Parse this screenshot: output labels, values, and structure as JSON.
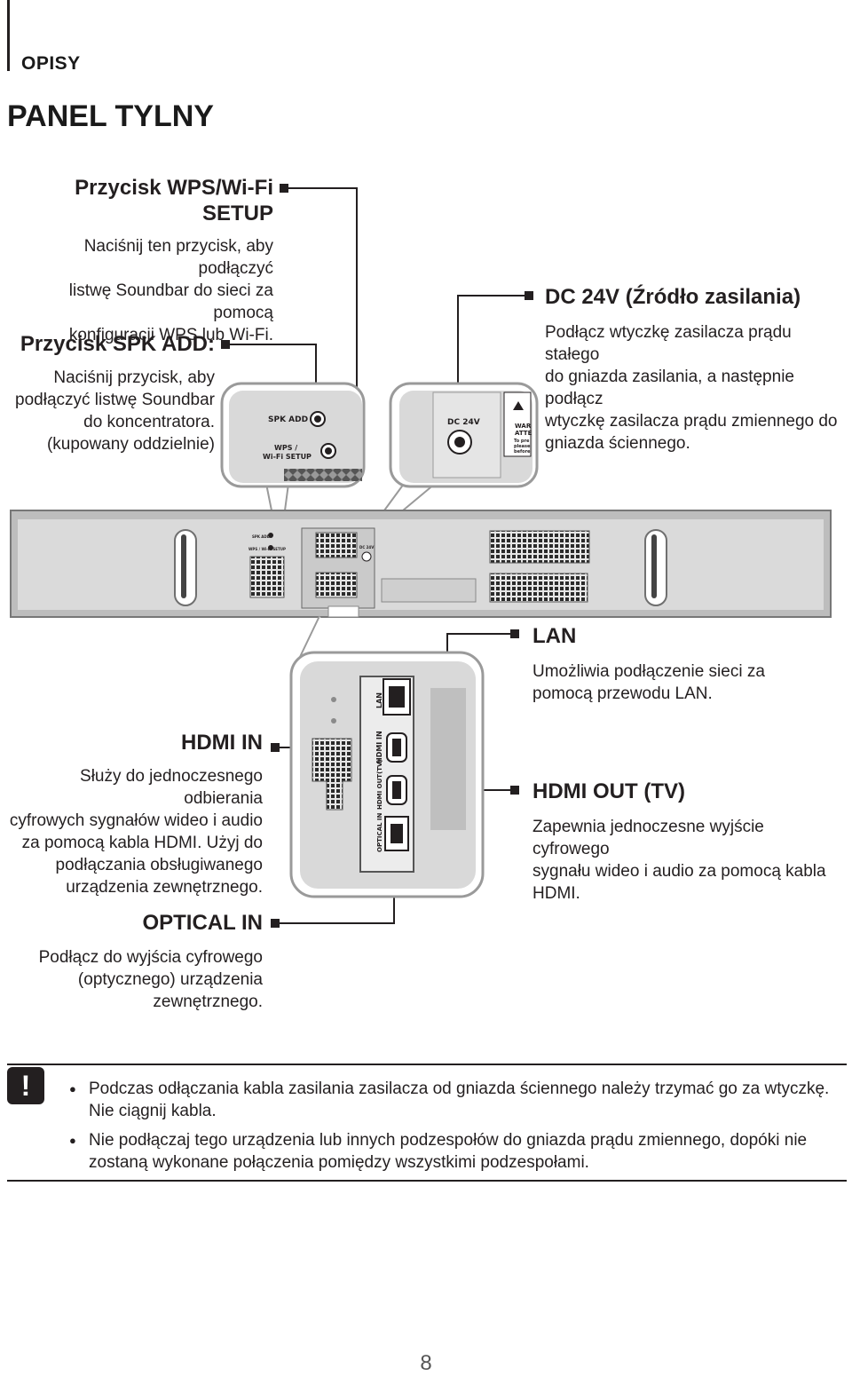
{
  "header": {
    "section_label": "OPISY",
    "page_title": "PANEL TYLNY"
  },
  "callouts": {
    "wps": {
      "title_line1": "Przycisk WPS/Wi-Fi",
      "title_line2": "SETUP",
      "desc": [
        "Naciśnij ten przycisk, aby podłączyć",
        "listwę Soundbar do sieci za pomocą",
        "konfiguracji WPS lub Wi-Fi."
      ]
    },
    "spk_add": {
      "title": "Przycisk SPK ADD:",
      "desc": [
        "Naciśnij przycisk, aby",
        "podłączyć listwę Soundbar",
        "do koncentratora.",
        "(kupowany oddzielnie)"
      ]
    },
    "dc": {
      "title": "DC 24V (Źródło zasilania)",
      "desc": [
        "Podłącz wtyczkę zasilacza prądu stałego",
        "do gniazda zasilania, a następnie podłącz",
        "wtyczkę zasilacza prądu zmiennego do",
        "gniazda ściennego."
      ]
    },
    "lan": {
      "title": "LAN",
      "desc": [
        "Umożliwia podłączenie sieci za",
        "pomocą przewodu LAN."
      ]
    },
    "hdmi_in": {
      "title": "HDMI IN",
      "desc": [
        "Służy do jednoczesnego odbierania",
        "cyfrowych sygnałów wideo i audio",
        "za pomocą kabla HDMI. Użyj do",
        "podłączania obsługiwanego",
        "urządzenia zewnętrznego."
      ]
    },
    "hdmi_out": {
      "title": "HDMI OUT (TV)",
      "desc": [
        "Zapewnia jednoczesne wyjście cyfrowego",
        "sygnału wideo i audio za pomocą kabla",
        "HDMI."
      ]
    },
    "optical": {
      "title": "OPTICAL IN",
      "desc": [
        "Podłącz do wyjścia cyfrowego",
        "(optycznego) urządzenia",
        "zewnętrznego."
      ]
    }
  },
  "device_labels": {
    "spk_add": "SPK ADD",
    "wps_line1": "WPS /",
    "wps_line2": "Wi-Fi SETUP",
    "dc_24v": "DC 24V",
    "warning_line1": "WAR",
    "warning_line2": "ATTE",
    "warning_line3": "To pre",
    "warning_line4": "please",
    "warning_line5": "before",
    "lan": "LAN",
    "hdmi_in": "HDMI IN",
    "hdmi_out": "HDMI OUT(TV)",
    "optical_in": "OPTICAL IN",
    "bar_spk_add": "SPK ADD",
    "bar_wps": "WPS / Wi-Fi SETUP",
    "bar_dc": "DC 24V"
  },
  "notes": {
    "icon": "!",
    "items": [
      "Podczas odłączania kabla zasilania zasilacza od gniazda ściennego należy trzymać go za wtyczkę. Nie ciągnij kabla.",
      "Nie podłączaj tego urządzenia lub innych podzespołów do gniazda prądu zmiennego, dopóki nie zostaną wykonane połączenia pomiędzy wszystkimi podzespołami."
    ]
  },
  "footer": {
    "page_number": "8"
  }
}
